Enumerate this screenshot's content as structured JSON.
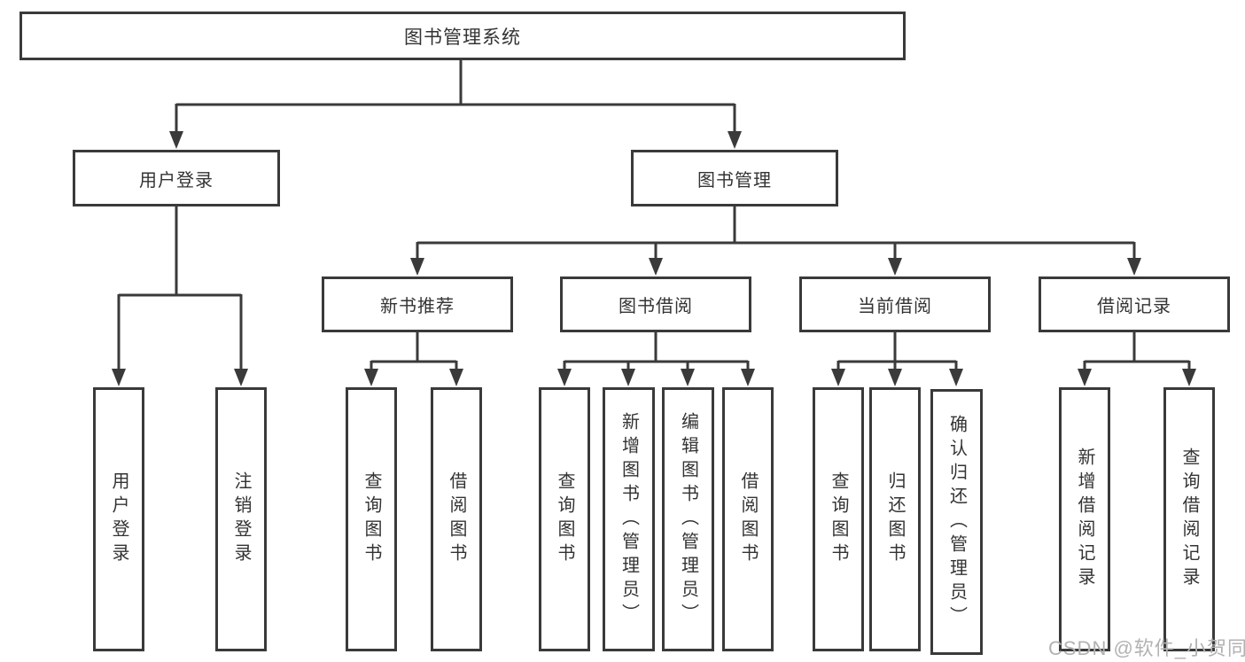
{
  "diagram": {
    "root": {
      "label": "图书管理系统"
    },
    "branches": [
      {
        "label": "用户登录",
        "children": [
          {
            "label": "用户登录"
          },
          {
            "label": "注销登录"
          }
        ]
      },
      {
        "label": "图书管理",
        "sections": [
          {
            "label": "新书推荐",
            "children": [
              {
                "label": "查询图书"
              },
              {
                "label": "借阅图书"
              }
            ]
          },
          {
            "label": "图书借阅",
            "children": [
              {
                "label": "查询图书"
              },
              {
                "label": "新增图书（管理员）"
              },
              {
                "label": "编辑图书（管理员）"
              },
              {
                "label": "借阅图书"
              }
            ]
          },
          {
            "label": "当前借阅",
            "children": [
              {
                "label": "查询图书"
              },
              {
                "label": "归还图书"
              },
              {
                "label": "确认归还（管理员）"
              }
            ]
          },
          {
            "label": "借阅记录",
            "children": [
              {
                "label": "新增借阅记录"
              },
              {
                "label": "查询借阅记录"
              }
            ]
          }
        ]
      }
    ],
    "watermark": "CSDN @软件_小贺同学",
    "colors": {
      "line": "#3a3a3a",
      "text": "#333333",
      "watermark": "#b2b2b2",
      "background": "#ffffff"
    }
  }
}
